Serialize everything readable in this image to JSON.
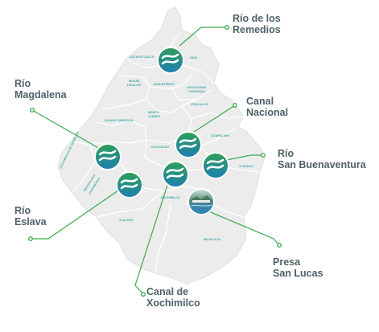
{
  "colors": {
    "map_fill": "#ececec",
    "map_border": "#ffffff",
    "leader_line": "#3aab4e",
    "label_text": "#4e6168",
    "alcaldia_text": "#3aa6a6",
    "icon_top": "#2f9e58",
    "icon_bottom": "#1f7fb3",
    "icon_wave": "#ffffff"
  },
  "callouts": [
    {
      "id": "remedios",
      "line1": "Río de los",
      "line2": "Remedios",
      "icon": "river-icon"
    },
    {
      "id": "magdalena",
      "line1": "Río",
      "line2": "Magdalena",
      "icon": "river-icon"
    },
    {
      "id": "nacional",
      "line1": "Canal",
      "line2": "Nacional",
      "icon": "river-icon"
    },
    {
      "id": "buenaventura",
      "line1": "Río",
      "line2": "San Buenaventura",
      "icon": "river-icon"
    },
    {
      "id": "eslava",
      "line1": "Río",
      "line2": "Eslava",
      "icon": "river-icon"
    },
    {
      "id": "presa",
      "line1": "Presa",
      "line2": "San Lucas",
      "icon": "dam-photo-icon"
    },
    {
      "id": "xochimilco",
      "line1": "Canal de",
      "line2": "Xochimilco",
      "icon": "river-icon"
    }
  ],
  "alcaldias": [
    {
      "id": "azcapotzalco",
      "label": "AZCAPOTZALCO"
    },
    {
      "id": "gam",
      "label": "GAM"
    },
    {
      "id": "miguel_hidalgo_1",
      "label": "MIGUEL"
    },
    {
      "id": "miguel_hidalgo_2",
      "label": "HIDALGO"
    },
    {
      "id": "cuauhtemoc",
      "label": "CUAUHTÉMOC"
    },
    {
      "id": "venustiano_1",
      "label": "VENUSTIANO"
    },
    {
      "id": "venustiano_2",
      "label": "CARRANZA"
    },
    {
      "id": "iztacalco",
      "label": "IZTACALCO"
    },
    {
      "id": "benito_1",
      "label": "BENITO"
    },
    {
      "id": "benito_2",
      "label": "JUÁREZ"
    },
    {
      "id": "alvaro",
      "label": "ÁLVARO OBREGÓN"
    },
    {
      "id": "cuajimalpa",
      "label": "CUAJIMALPA DE MORELOS"
    },
    {
      "id": "coyoacan",
      "label": "COYOACÁN"
    },
    {
      "id": "iztapalapa",
      "label": "IZTAPALAPA"
    },
    {
      "id": "tlahuac",
      "label": "TLÁHUAC"
    },
    {
      "id": "magdalena_1",
      "label": "MAGDALENA"
    },
    {
      "id": "magdalena_2",
      "label": "CONTRERAS"
    },
    {
      "id": "xochimilco",
      "label": "XOCHIMILCO"
    },
    {
      "id": "tlalpan",
      "label": "TLALPAN"
    },
    {
      "id": "milpa_alta",
      "label": "MILPA ALTA"
    }
  ]
}
